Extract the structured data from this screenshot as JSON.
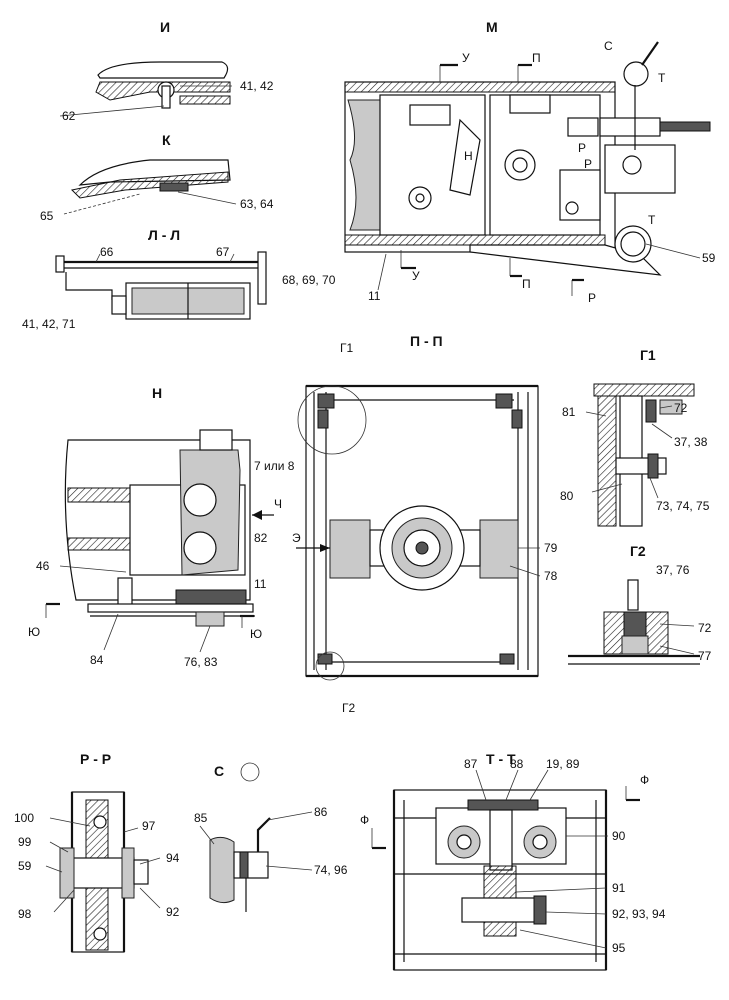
{
  "views": {
    "I": {
      "title": "И",
      "labels": [
        "41, 42",
        "62"
      ]
    },
    "K": {
      "title": "К",
      "labels": [
        "63, 64",
        "65"
      ]
    },
    "LL": {
      "title": "Л - Л",
      "labels": [
        "66",
        "67",
        "68, 69, 70",
        "41, 42, 71"
      ]
    },
    "M": {
      "title": "М",
      "labels": [
        "С",
        "Т",
        "Т",
        "Р",
        "Р",
        "Р",
        "У",
        "У",
        "П",
        "П",
        "Н",
        "59",
        "11"
      ]
    },
    "N": {
      "title": "Н",
      "labels": [
        "7 или 8",
        "Ч",
        "82",
        "46",
        "11",
        "Ю",
        "Ю",
        "84",
        "76, 83"
      ]
    },
    "PP": {
      "title": "П - П",
      "labels": [
        "Г1",
        "Э",
        "79",
        "78",
        "Г2"
      ]
    },
    "G1": {
      "title": "Г1",
      "labels": [
        "81",
        "72",
        "37, 38",
        "80",
        "73, 74, 75"
      ]
    },
    "G2": {
      "title": "Г2",
      "labels": [
        "37, 76",
        "72",
        "77"
      ]
    },
    "RR": {
      "title": "Р - Р",
      "labels": [
        "100",
        "99",
        "97",
        "59",
        "94",
        "98",
        "92"
      ]
    },
    "S": {
      "title": "С",
      "labels": [
        "85",
        "86",
        "74, 96"
      ]
    },
    "TT": {
      "title": "Т - Т",
      "labels": [
        "87",
        "88",
        "19, 89",
        "Ф",
        "Ф",
        "90",
        "91",
        "92, 93, 94",
        "95"
      ]
    }
  }
}
